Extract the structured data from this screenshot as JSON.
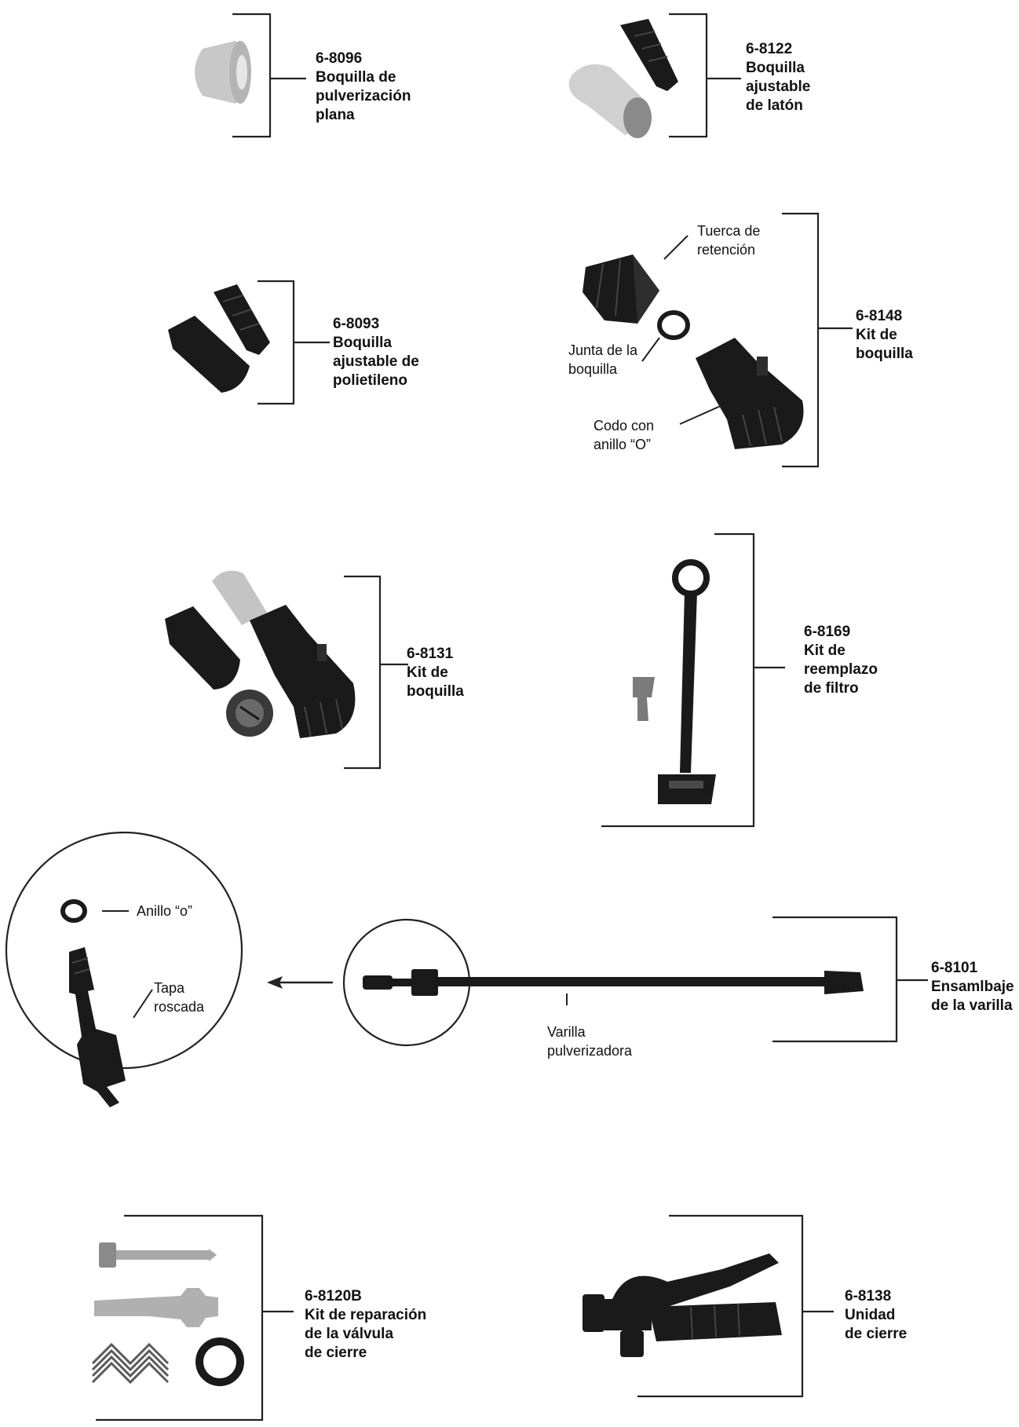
{
  "parts": [
    {
      "id": "p8096",
      "code": "6-8096",
      "lines": [
        "Boquilla de",
        "pulverización",
        "plana"
      ]
    },
    {
      "id": "p8122",
      "code": "6-8122",
      "lines": [
        "Boquilla",
        "ajustable",
        "de latón"
      ]
    },
    {
      "id": "p8093",
      "code": "6-8093",
      "lines": [
        "Boquilla",
        "ajustable de",
        "polietileno"
      ]
    },
    {
      "id": "p8148",
      "code": "6-8148",
      "lines": [
        "Kit de",
        "boquilla"
      ]
    },
    {
      "id": "p8131",
      "code": "6-8131",
      "lines": [
        "Kit de",
        "boquilla"
      ]
    },
    {
      "id": "p8169",
      "code": "6-8169",
      "lines": [
        "Kit de",
        "reemplazo",
        "de filtro"
      ]
    },
    {
      "id": "p8101",
      "code": "6-8101",
      "lines": [
        "Ensamlbaje",
        "de la varilla"
      ]
    },
    {
      "id": "p8120B",
      "code": "6-8120B",
      "lines": [
        "Kit de reparación",
        "de la válvula",
        "de cierre"
      ]
    },
    {
      "id": "p8138",
      "code": "6-8138",
      "lines": [
        "Unidad",
        "de cierre"
      ]
    }
  ],
  "callouts": {
    "tuerca": [
      "Tuerca de",
      "retención"
    ],
    "junta": [
      "Junta de la",
      "boquilla"
    ],
    "codo": [
      "Codo con",
      "anillo “O”"
    ],
    "anillo": [
      "Anillo “o”"
    ],
    "tapa": [
      "Tapa",
      "roscada"
    ],
    "varilla": [
      "Varilla",
      "pulverizadora"
    ]
  },
  "colors": {
    "ink": "#111111",
    "part_dark": "#1a1a1a",
    "part_light": "#c8c8c8"
  }
}
